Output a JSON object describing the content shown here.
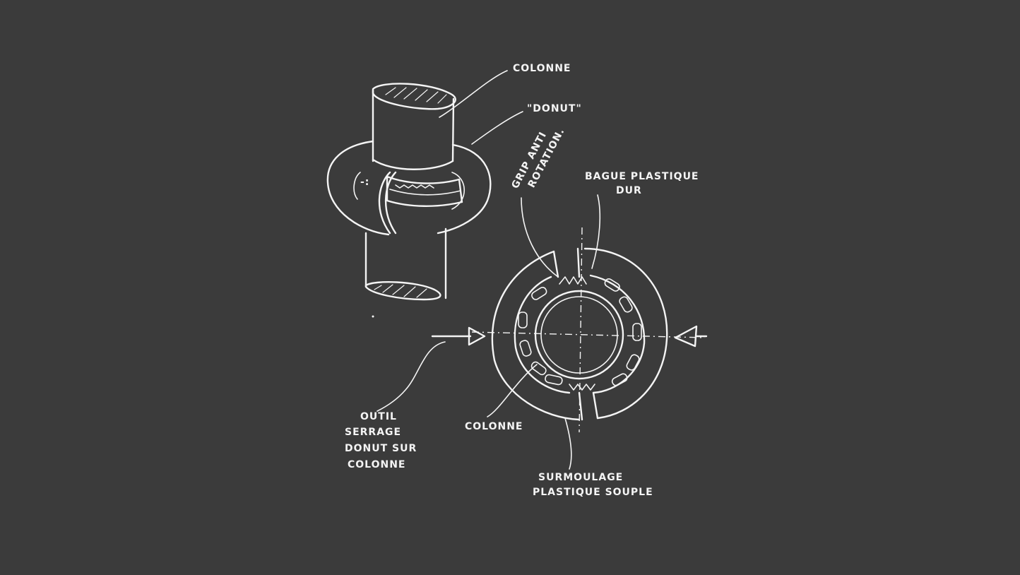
{
  "labels": {
    "colonne_top": "COLONNE",
    "donut": "\"DONUT\"",
    "grip_line1": "GRIP ANTI",
    "grip_line2": "ROTATION.",
    "bague_line1": "BAGUE PLASTIQUE",
    "bague_line2": "DUR",
    "outil_line1": "OUTIL",
    "outil_line2": "SERRAGE",
    "outil_line3": "DONUT SUR",
    "outil_line4": "COLONNE",
    "colonne_bottom": "COLONNE",
    "surmoulage_line1": "SURMOULAGE",
    "surmoulage_line2": "PLASTIQUE SOUPLE"
  },
  "colors": {
    "background": "#3b3b3b",
    "ink": "#f4f4f4"
  }
}
